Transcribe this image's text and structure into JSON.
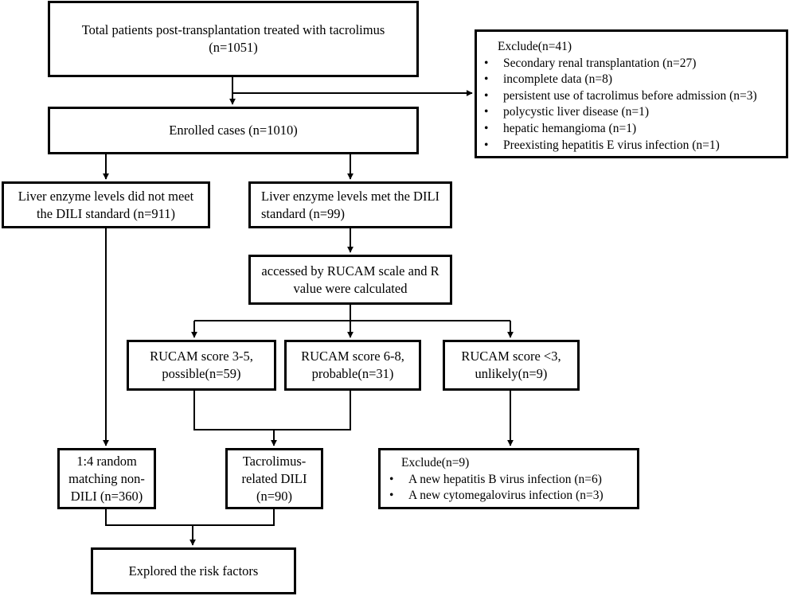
{
  "flowchart": {
    "total": {
      "line1": "Total patients post-transplantation treated with tacrolimus",
      "line2": "(n=1051)"
    },
    "exclude_top": {
      "title": "Exclude(n=41)",
      "items": [
        "Secondary renal transplantation (n=27)",
        "incomplete data (n=8)",
        "persistent use of tacrolimus before admission (n=3)",
        "polycystic liver disease (n=1)",
        "hepatic hemangioma (n=1)",
        "Preexisting hepatitis E virus infection (n=1)"
      ]
    },
    "enrolled": {
      "text": "Enrolled cases (n=1010)"
    },
    "not_meet": {
      "line1": "Liver enzyme levels did not meet",
      "line2": "the DILI standard (n=911)"
    },
    "met": {
      "line1": "Liver enzyme levels met the DILI",
      "line2": "standard (n=99)"
    },
    "rucam": {
      "line1": "accessed by RUCAM scale and R",
      "line2": "value were calculated"
    },
    "possible": {
      "line1": "RUCAM score 3-5,",
      "line2": "possible(n=59)"
    },
    "probable": {
      "line1": "RUCAM score 6-8,",
      "line2": "probable(n=31)"
    },
    "unlikely": {
      "line1": "RUCAM score <3,",
      "line2": "unlikely(n=9)"
    },
    "matching": {
      "line1": "1:4 random",
      "line2": "matching non-",
      "line3": "DILI (n=360)"
    },
    "tac_dili": {
      "line1": "Tacrolimus-",
      "line2": "related DILI",
      "line3": "(n=90)"
    },
    "exclude_bottom": {
      "title": "Exclude(n=9)",
      "items": [
        "A new hepatitis B virus infection (n=6)",
        "A new cytomegalovirus infection (n=3)"
      ]
    },
    "risk": {
      "text": "Explored the risk factors"
    }
  }
}
